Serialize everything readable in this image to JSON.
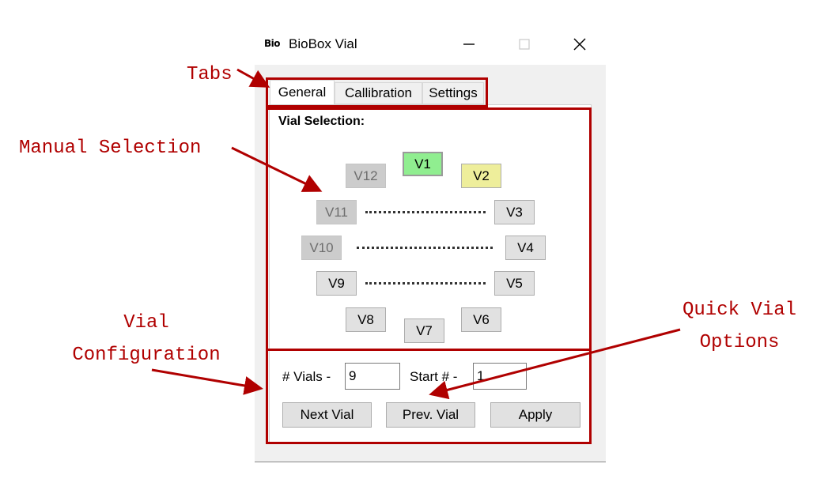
{
  "window": {
    "logo": "Bio",
    "title": "BioBox Vial"
  },
  "tabs": [
    "General",
    "Callibration",
    "Settings"
  ],
  "vial_selection": {
    "label": "Vial Selection:",
    "vials": {
      "v1": "V1",
      "v2": "V2",
      "v3": "V3",
      "v4": "V4",
      "v5": "V5",
      "v6": "V6",
      "v7": "V7",
      "v8": "V8",
      "v9": "V9",
      "v10": "V10",
      "v11": "V11",
      "v12": "V12"
    },
    "active_vial": "V1",
    "next_vial": "V2",
    "disabled_vials": [
      "V10",
      "V11",
      "V12"
    ]
  },
  "config": {
    "vials_label": "# Vials -",
    "vials_value": "9",
    "start_label": "Start # -",
    "start_value": "1",
    "next_vial_button": "Next Vial",
    "prev_vial_button": "Prev. Vial",
    "apply_button": "Apply"
  },
  "annotations": {
    "tabs": "Tabs",
    "manual_selection": "Manual Selection",
    "vial_configuration_line1": "Vial",
    "vial_configuration_line2": "Configuration",
    "quick_vial_options_line1": "Quick Vial",
    "quick_vial_options_line2": "Options"
  },
  "colors": {
    "annotation": "#b00000",
    "active_vial": "#90ee90",
    "next_vial": "#eeee9b",
    "disabled_vial": "#cccccc"
  }
}
